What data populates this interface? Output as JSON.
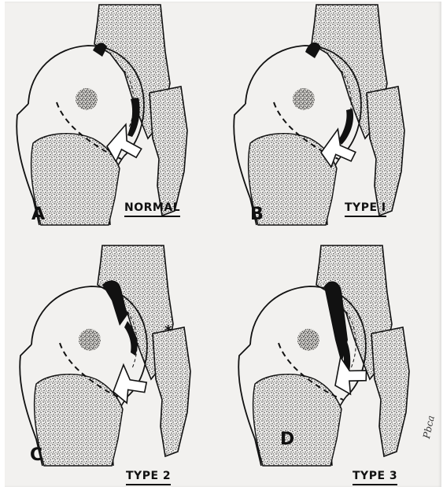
{
  "panels": [
    {
      "id": "A",
      "letter": "A",
      "caption": "NORMAL"
    },
    {
      "id": "B",
      "letter": "B",
      "caption": "TYPE I"
    },
    {
      "id": "C",
      "letter": "C",
      "caption": "TYPE 2",
      "marker": "*"
    },
    {
      "id": "D",
      "letter": "D",
      "caption": "TYPE 3",
      "signature": "Pbca"
    }
  ],
  "colors": {
    "paper": "#f2f1ef",
    "ink": "#111111",
    "stipple": "#2a2a2a",
    "cartilage": "#111111"
  }
}
